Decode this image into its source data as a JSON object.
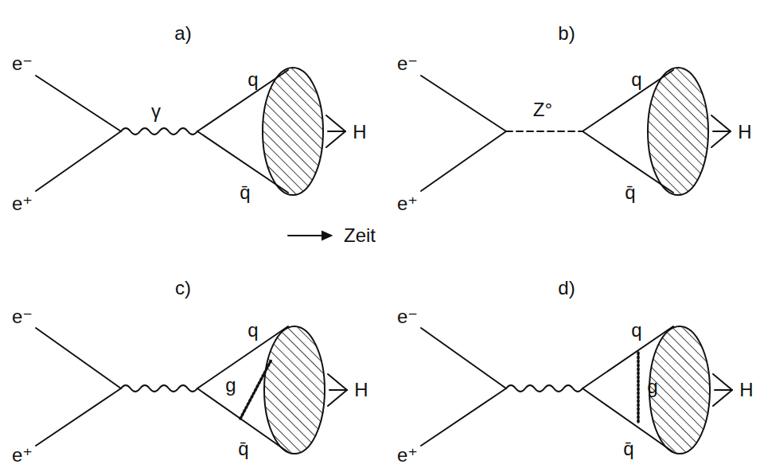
{
  "diagram": {
    "labels": [
      "a)",
      "e⁻",
      "e⁺",
      "γ",
      "q",
      "q̄",
      "H",
      "b)",
      "e⁻",
      "e⁺",
      "Z°",
      "q",
      "q̄",
      "H",
      "Zeit",
      "c)",
      "e⁻",
      "e⁺",
      "q",
      "g",
      "q̄",
      "H",
      "d)",
      "e⁻",
      "e⁺",
      "q",
      "g",
      "q̄",
      "H"
    ]
  }
}
